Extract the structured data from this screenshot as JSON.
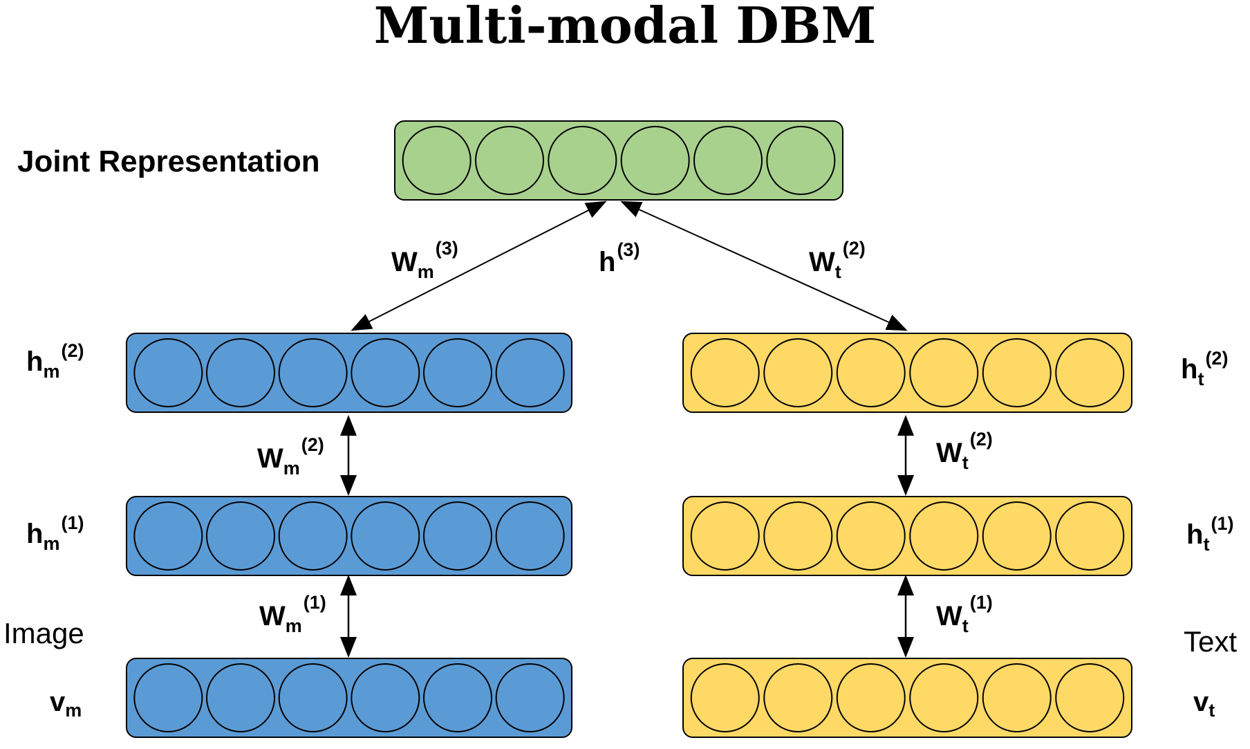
{
  "title": "Multi-modal DBM",
  "colors": {
    "joint": "#A9D18E",
    "image": "#5B9BD5",
    "text": "#FFD966",
    "stroke": "#000000"
  },
  "layers": {
    "joint": {
      "label": "Joint Representation",
      "units": 6,
      "color": "#A9D18E"
    },
    "hm2": {
      "units": 6,
      "color": "#5B9BD5"
    },
    "hm1": {
      "units": 6,
      "color": "#5B9BD5"
    },
    "vm": {
      "units": 6,
      "color": "#5B9BD5"
    },
    "ht2": {
      "units": 6,
      "color": "#FFD966"
    },
    "ht1": {
      "units": 6,
      "color": "#FFD966"
    },
    "vt": {
      "units": 6,
      "color": "#FFD966"
    }
  },
  "labels": {
    "hm2": {
      "base": "h",
      "sub": "m",
      "sup": "(2)"
    },
    "hm1": {
      "base": "h",
      "sub": "m",
      "sup": "(1)"
    },
    "vm": {
      "base": "v",
      "sub": "m"
    },
    "ht2": {
      "base": "h",
      "sub": "t",
      "sup": "(2)"
    },
    "ht1": {
      "base": "h",
      "sub": "t",
      "sup": "(1)"
    },
    "vt": {
      "base": "v",
      "sub": "t"
    },
    "h3": {
      "base": "h",
      "sup": "(3)"
    },
    "image_side": "Image",
    "text_side": "Text"
  },
  "weights": {
    "wm3": {
      "base": "W",
      "sub": "m",
      "sup": "(3)"
    },
    "wt_top": {
      "base": "W",
      "sub": "t",
      "sup": "(2)"
    },
    "wm2": {
      "base": "W",
      "sub": "m",
      "sup": "(2)"
    },
    "wm1": {
      "base": "W",
      "sub": "m",
      "sup": "(1)"
    },
    "wt2": {
      "base": "W",
      "sub": "t",
      "sup": "(2)"
    },
    "wt1": {
      "base": "W",
      "sub": "t",
      "sup": "(1)"
    }
  }
}
